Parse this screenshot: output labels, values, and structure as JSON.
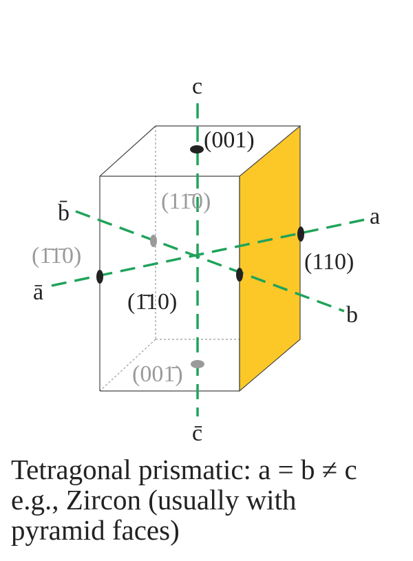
{
  "labels": {
    "c_top": "c",
    "c_bottom": "c̄",
    "a_right": "a",
    "a_left": "ā",
    "b_right": "b",
    "b_left": "b̄",
    "face_001": "(001)",
    "face_00bar1": "(001̄)",
    "face_110": "(110)",
    "face_bar110": "(1̄10)",
    "face_1bar10": "(11̄0)",
    "face_bar1bar10": "(1̄1̄0)"
  },
  "caption": {
    "line1": "Tetragonal prismatic: a = b ≠ c",
    "line2": "e.g., Zircon (usually with",
    "line3": "pyramid faces)"
  },
  "colors": {
    "axis": "#1fa35a",
    "shaded_face": "#fbc828",
    "edges": "#444444",
    "hidden_edges": "#9a9a9a",
    "front_marker": "#222222",
    "back_marker": "#9a9a9a"
  }
}
